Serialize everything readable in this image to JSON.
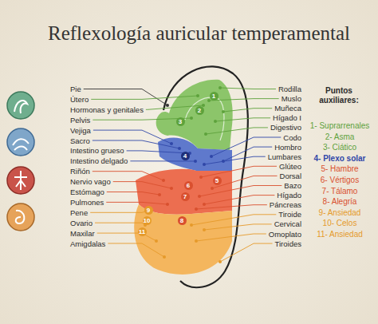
{
  "diagram": {
    "title": "Reflexología auricular temperamental",
    "labels": [
      "Pie",
      "Útero",
      "Hormonas y genitales",
      "Pelvis",
      "Vejiga",
      "Sacro",
      "Intestino grueso",
      "Intestino delgado",
      "Riñón",
      "Nervio vago",
      "Estómago",
      "Pulmones",
      "Pene",
      "Ovario",
      "Maxilar",
      "Amigdalas",
      "Rodilla",
      "Muslo",
      "Muñeca",
      "Hígado I",
      "Digestivo",
      "Codo",
      "Hombro",
      "Lumbares",
      "Glúteo",
      "Dorsal",
      "Bazo",
      "Hígado",
      "Páncreas",
      "Tiroide",
      "Cervical",
      "Omoplato",
      "Tiroides",
      "Puntos auxiliares:",
      "1- Suprarrenales",
      "2- Asma",
      "3- Ciático",
      "4- Plexo solar",
      "5- Hambre",
      "6- Vértigos",
      "7- Tálamo",
      "8- Alegría",
      "9- Ansiedad",
      "10- Celos",
      "11- Ansiedad",
      "1",
      "2",
      "3",
      "4",
      "5",
      "6",
      "7",
      "8",
      "9",
      "10",
      "11"
    ]
  }
}
